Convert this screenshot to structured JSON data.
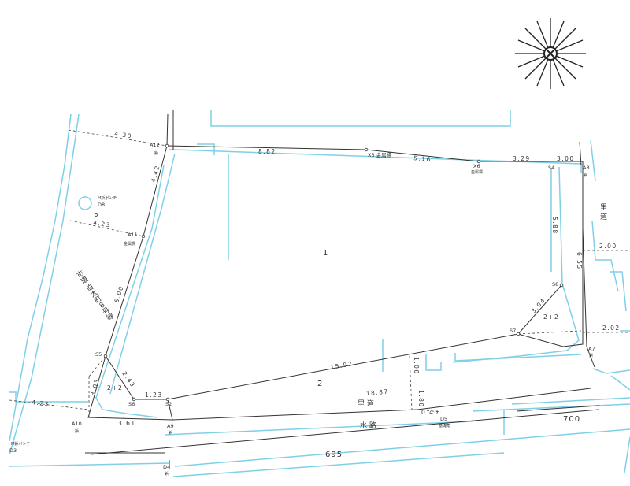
{
  "parcels": [
    {
      "id": "parcel-1",
      "label": "1"
    },
    {
      "id": "parcel-2",
      "label": "2"
    }
  ],
  "lots": [
    "695",
    "700"
  ],
  "road_labels": {
    "left_road": "市道 伯太町８号線",
    "satomichi": "里 道",
    "suiro": "水 路",
    "right_road": "里 道"
  },
  "points": {
    "A12": "A12",
    "A12_sub": "鋲",
    "A11": "A11",
    "A11_sub": "金属標",
    "X3": "X3 金属標",
    "X6": "X6",
    "X6_sub": "金属標",
    "S4": "S4",
    "A8": "A8",
    "A8_sub": "鋲",
    "S8": "S8",
    "S7": "S7",
    "A7": "A7",
    "A7_sub": "鋲",
    "S5": "S5",
    "S6": "S6",
    "S2": "S2",
    "A10": "A10",
    "A10_sub": "鋲",
    "A9": "A9",
    "A9_sub": "鋲",
    "D5": "D5",
    "D5_sub": "基礎角",
    "D4": "D4",
    "D4_sub": "鋲",
    "D8_name": "M鋲ボンチ",
    "D8": "D8",
    "D3_name": "M鋲ボンチ",
    "D3": "D3"
  },
  "dimensions": {
    "d_430": "4.30",
    "d_882": "8.82",
    "d_516": "5.16",
    "d_329": "3.29",
    "d_300": "3.00",
    "d_442": "4.42",
    "d_423a": "4.23",
    "d_600": "6.00",
    "d_588": "5.88",
    "d_655": "6.55",
    "d_200": "2.00",
    "d_202": "2.02",
    "d_304": "3.04",
    "d_2p2a": "2+2",
    "d_243": "2.43",
    "d_2p2b": "2+2",
    "d_303": "3.03",
    "d_123": "1.23",
    "d_423b": "4.23",
    "d_361": "3.61",
    "d_1592": "15.92",
    "d_1887": "18.87",
    "d_100": "1.00",
    "d_180": "1.80",
    "d_040": "0.40"
  },
  "icons": [
    "compass-rose-icon"
  ],
  "colors": {
    "boundary": "#333333",
    "waterway": "#7fd0e6"
  }
}
